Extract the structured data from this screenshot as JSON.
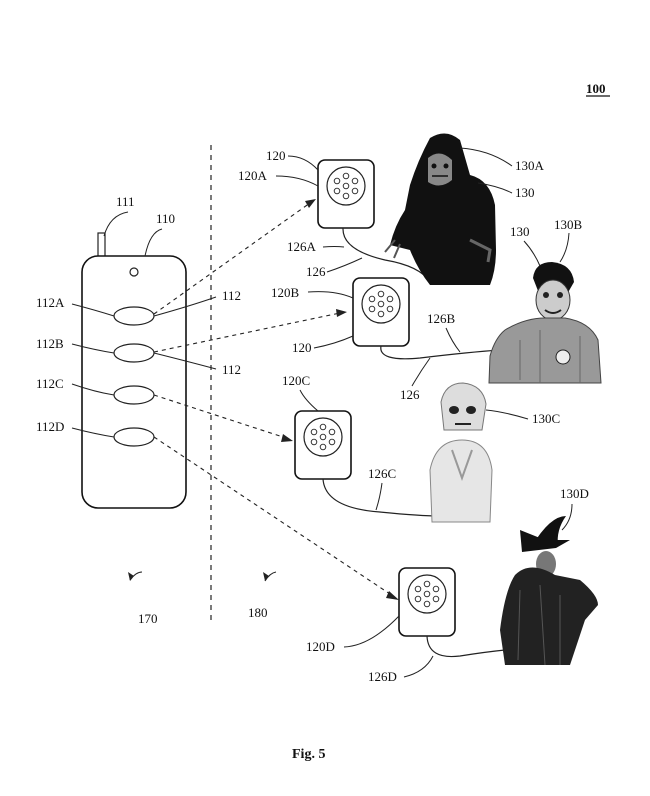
{
  "figure_ref": "100",
  "caption": "Fig. 5",
  "remote": {
    "antenna_label": "111",
    "body_label": "110",
    "buttons": [
      {
        "label": "112A",
        "ref": "112"
      },
      {
        "label": "112B",
        "ref": "112"
      },
      {
        "label": "112C"
      },
      {
        "label": "112D"
      }
    ]
  },
  "regions": {
    "left": "170",
    "right": "180"
  },
  "receivers": [
    {
      "ref": "120",
      "label": "120A",
      "cable": "126A",
      "cable_ref": "126"
    },
    {
      "ref": "120",
      "label": "120B",
      "cable": "126B",
      "cable_ref": "126"
    },
    {
      "label": "120C",
      "cable": "126C"
    },
    {
      "label": "120D",
      "cable": "126D"
    }
  ],
  "props": [
    {
      "label": "130A",
      "ref": "130",
      "figure": "reaper-prop"
    },
    {
      "label": "130B",
      "ref": "130",
      "figure": "zombie-prop"
    },
    {
      "label": "130C",
      "figure": "skeleton-prop"
    },
    {
      "label": "130D",
      "figure": "witch-prop"
    }
  ]
}
